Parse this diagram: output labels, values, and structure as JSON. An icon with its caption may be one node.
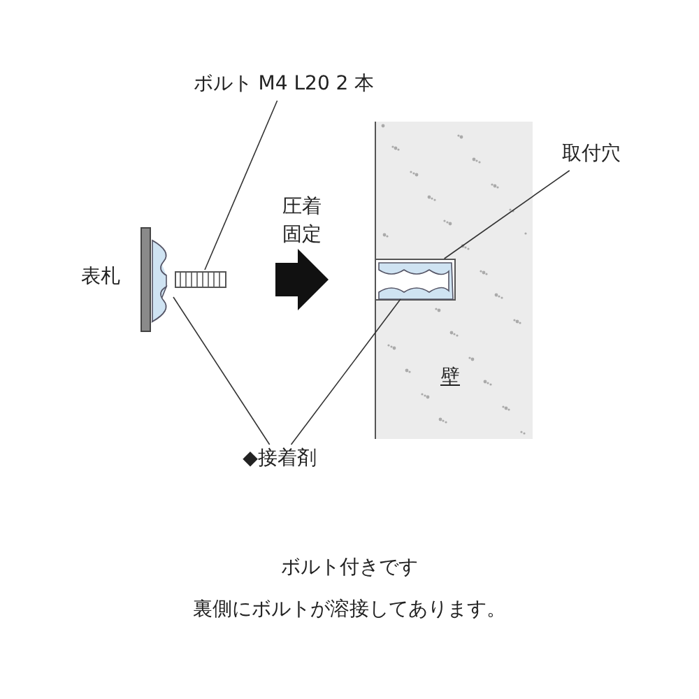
{
  "diagram": {
    "nodes": [
      {
        "text": [
          "ボルト M4 L20 2 本"
        ]
      },
      {
        "text": [],
        "shape": "bolt"
      },
      {
        "text": [
          "◆接着剤"
        ]
      },
      {
        "text": [],
        "shape": "blob"
      },
      {
        "text": [
          "壁"
        ]
      },
      {
        "text": [],
        "shape": "box",
        "in": 4
      },
      {
        "text": [],
        "shape": "blob",
        "in": 5
      },
      {
        "text": [
          "取付穴"
        ]
      }
    ],
    "edges": [
      {
        "from": 0,
        "to": 1,
        "arrow": "none"
      },
      {
        "from": 2,
        "to": 3,
        "arrow": "none"
      },
      {
        "from": 2,
        "to": 6,
        "arrow": "none"
      },
      {
        "from": 7,
        "to": 5,
        "arrow": "none"
      }
    ],
    "labels": [
      "表札",
      "圧着固定",
      "ボルト付きです",
      "裏側にボルトが溶接してあります。"
    ]
  }
}
